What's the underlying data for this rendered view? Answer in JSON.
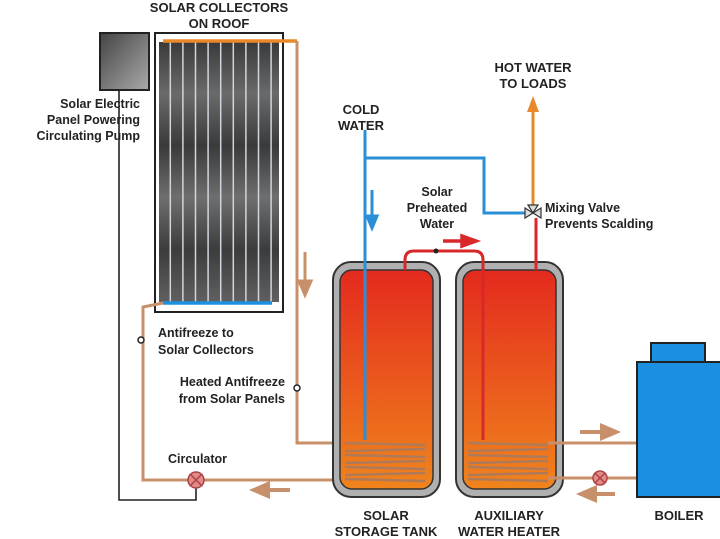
{
  "labels": {
    "collectors": [
      "SOLAR COLLECTORS",
      "ON ROOF"
    ],
    "electric_panel": [
      "Solar Electric",
      "Panel Powering",
      "Circulating Pump"
    ],
    "cold_water": [
      "COLD",
      "WATER"
    ],
    "hot_water": [
      "HOT WATER",
      "TO LOADS"
    ],
    "preheated": [
      "Solar",
      "Preheated",
      "Water"
    ],
    "mixing_valve": [
      "Mixing Valve",
      "Prevents Scalding"
    ],
    "antifreeze_to": [
      "Antifreeze to",
      "Solar Collectors"
    ],
    "heated_antifreeze": [
      "Heated Antifreeze",
      "from Solar Panels"
    ],
    "circulator": "Circulator",
    "storage_tank": [
      "SOLAR",
      "STORAGE TANK"
    ],
    "aux_heater": [
      "AUXILIARY",
      "WATER HEATER"
    ],
    "boiler": "BOILER"
  },
  "colors": {
    "antifreeze_pipe": "#c8906a",
    "cold_pipe": "#2a8fd6",
    "hot_pipe": "#d8282a",
    "boiler": "#1d8fe0",
    "tank_border": "#9a9a9a"
  }
}
